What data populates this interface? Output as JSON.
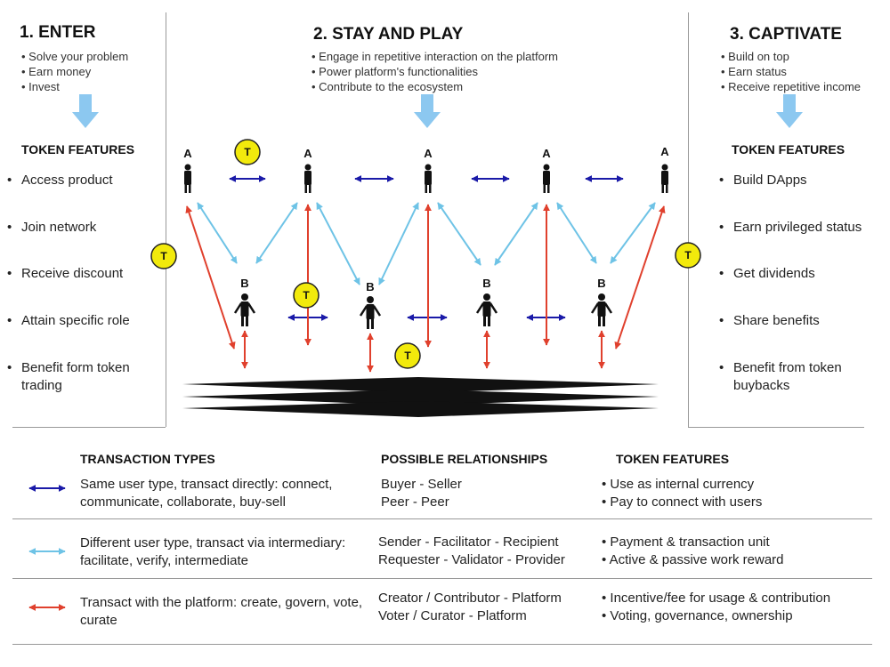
{
  "sections": [
    {
      "title": "1. ENTER",
      "bullets": [
        "Solve your problem",
        "Earn money",
        "Invest"
      ]
    },
    {
      "title": "2. STAY AND PLAY",
      "bullets": [
        "Engage in repetitive interaction on the platform",
        "Power platform's functionalities",
        "Contribute to the ecosystem"
      ]
    },
    {
      "title": "3. CAPTIVATE",
      "bullets": [
        "Build on top",
        "Earn status",
        "Receive repetitive income"
      ]
    }
  ],
  "left_features": {
    "heading": "TOKEN FEATURES",
    "items": [
      "Access product",
      "Join network",
      "Receive discount",
      "Attain specific role",
      "Benefit form token trading"
    ]
  },
  "right_features": {
    "heading": "TOKEN FEATURES",
    "items": [
      "Build DApps",
      "Earn privileged  status",
      "Get dividends",
      "Share benefits",
      "Benefit from token buybacks"
    ]
  },
  "diagram": {
    "user_a_label": "A",
    "user_b_label": "B",
    "token_label": "T",
    "colors": {
      "same_type": "#1a1aa8",
      "different_type": "#6ec3e6",
      "platform": "#e0402d",
      "token": "#f2ea0c"
    }
  },
  "legend": {
    "headers": [
      "TRANSACTION TYPES",
      "POSSIBLE RELATIONSHIPS",
      "TOKEN FEATURES"
    ],
    "rows": [
      {
        "type": "Same user type, transact directly: connect, communicate, collaborate, buy-sell",
        "relationships": [
          "Buyer - Seller",
          "Peer - Peer"
        ],
        "features": [
          "Use as internal currency",
          "Pay to connect with users"
        ]
      },
      {
        "type": "Different user type, transact via intermediary: facilitate, verify, intermediate",
        "relationships": [
          "Sender - Facilitator - Recipient",
          "Requester - Validator - Provider"
        ],
        "features": [
          "Payment & transaction unit",
          "Active & passive work reward"
        ]
      },
      {
        "type": "Transact with the platform: create, govern, vote, curate",
        "relationships": [
          "Creator / Contributor - Platform",
          "Voter / Curator - Platform"
        ],
        "features": [
          "Incentive/fee for usage & contribution",
          "Voting, governance, ownership"
        ]
      }
    ]
  }
}
